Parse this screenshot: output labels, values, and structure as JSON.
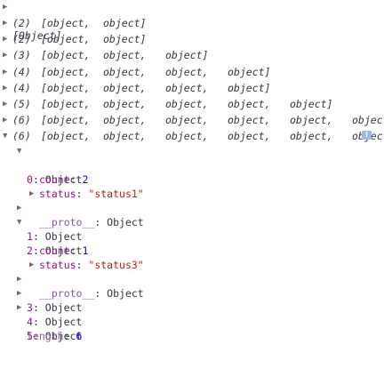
{
  "root": {
    "label": "[Object]"
  },
  "summary_rows": [
    {
      "count": "(2)",
      "items": [
        "[object,",
        "object]"
      ]
    },
    {
      "count": "(2)",
      "items": [
        "[object,",
        "object]"
      ]
    },
    {
      "count": "(3)",
      "items": [
        "[object,",
        "object,",
        "object]"
      ]
    },
    {
      "count": "(4)",
      "items": [
        "[object,",
        "object,",
        "object,",
        "object]"
      ]
    },
    {
      "count": "(4)",
      "items": [
        "[object,",
        "object,",
        "object,",
        "object]"
      ]
    },
    {
      "count": "(5)",
      "items": [
        "[object,",
        "object,",
        "object,",
        "object,",
        "object]"
      ]
    },
    {
      "count": "(6)",
      "items": [
        "[object,",
        "object,",
        "object,",
        "object,",
        "object,",
        "object]"
      ]
    },
    {
      "count": "(6)",
      "items": [
        "[object,",
        "object,",
        "object,",
        "object,",
        "object,",
        "object]"
      ]
    }
  ],
  "info_icon": {
    "glyph": "i"
  },
  "expanded": {
    "item0": {
      "key": "0",
      "value": "Object"
    },
    "item0_count": {
      "key": "count",
      "value": "2"
    },
    "item0_status": {
      "key": "status",
      "value": "\"status1\""
    },
    "item0_proto": {
      "key": "__proto__",
      "value": "Object"
    },
    "item1": {
      "key": "1",
      "value": "Object"
    },
    "item2": {
      "key": "2",
      "value": "Object"
    },
    "item2_count": {
      "key": "count",
      "value": "1"
    },
    "item2_status": {
      "key": "status",
      "value": "\"status3\""
    },
    "item2_proto": {
      "key": "__proto__",
      "value": "Object"
    },
    "item3": {
      "key": "3",
      "value": "Object"
    },
    "item4": {
      "key": "4",
      "value": "Object"
    },
    "item5": {
      "key": "5",
      "value": "Object"
    },
    "length": {
      "key": "length",
      "value": "6"
    }
  },
  "icons": {
    "collapsed": "▶",
    "expanded": "▼"
  }
}
